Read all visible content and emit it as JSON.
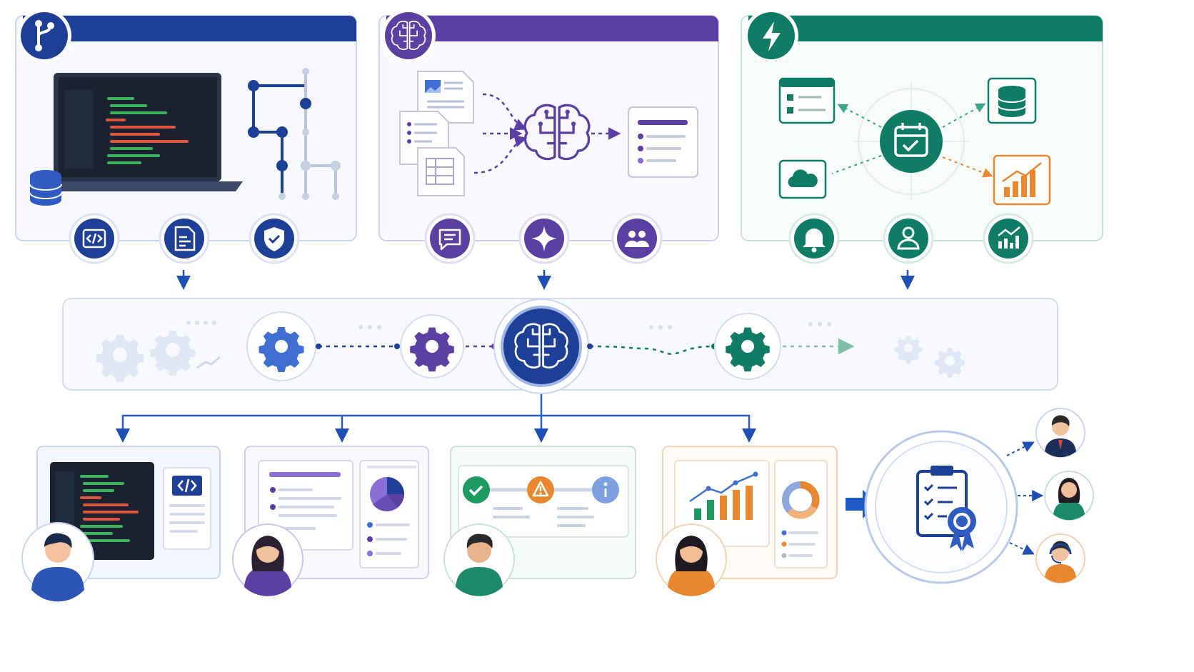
{
  "colors": {
    "blue": "#1e3f96",
    "blue_light": "#3f6fd1",
    "purple": "#5b3fa3",
    "purple_light": "#8b6fd6",
    "green": "#0f7d66",
    "green_light": "#3aa888",
    "orange": "#e8872e",
    "code_green": "#3cb35d",
    "code_red": "#e0553f",
    "screen": "#1b2333",
    "card_border": "#c9d6ee",
    "track": "#d9e2f3"
  },
  "panels": [
    {
      "id": "code",
      "header_icon": "git-branch-icon",
      "accent": "blue",
      "badges": [
        "code-icon",
        "document-icon",
        "shield-check-icon"
      ]
    },
    {
      "id": "ai",
      "header_icon": "brain-icon",
      "accent": "purple",
      "badges": [
        "chat-icon",
        "sparkle-icon",
        "team-icon"
      ]
    },
    {
      "id": "automation",
      "header_icon": "lightning-icon",
      "accent": "green",
      "badges": [
        "bell-icon",
        "user-icon",
        "analytics-icon"
      ]
    }
  ],
  "pipeline": {
    "nodes": [
      "gear-icon",
      "gear-icon",
      "brain-icon",
      "gear-icon"
    ]
  },
  "outputs": [
    {
      "id": "code-review",
      "person": "developer-avatar",
      "accent": "blue"
    },
    {
      "id": "report",
      "person": "analyst-avatar",
      "accent": "purple"
    },
    {
      "id": "status",
      "person": "operator-avatar",
      "accent": "green"
    },
    {
      "id": "insights",
      "person": "manager-avatar",
      "accent": "orange"
    }
  ],
  "final": {
    "icon": "certified-clipboard-icon",
    "recipients": [
      "business-person-avatar",
      "team-member-avatar",
      "support-agent-avatar"
    ]
  }
}
